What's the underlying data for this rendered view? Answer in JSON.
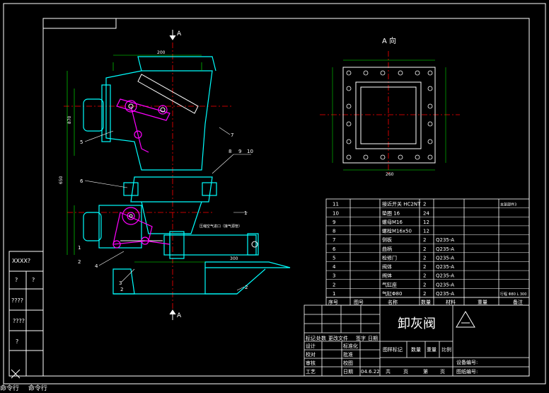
{
  "drawing": {
    "title": "卸灰阀",
    "view_label": "A 向",
    "section_marks": [
      "A",
      "A"
    ],
    "cylinder_note": "压缩空气进口（接气源管）",
    "dim_labels": [
      "200",
      "650",
      "870",
      "300",
      "260"
    ],
    "part_callouts": [
      "5",
      "6",
      "4",
      "3",
      "7",
      "8",
      "9",
      "10",
      "1",
      "2",
      "2",
      "1",
      "2"
    ]
  },
  "bom": {
    "rows": [
      {
        "no": "11",
        "name": "接近开关 HC2NT",
        "qty": "2",
        "material": "",
        "note": "支架部件3"
      },
      {
        "no": "10",
        "name": "垫圈 16",
        "qty": "24",
        "material": "",
        "note": ""
      },
      {
        "no": "9",
        "name": "螺母M16",
        "qty": "12",
        "material": "",
        "note": ""
      },
      {
        "no": "8",
        "name": "螺栓M16x50",
        "qty": "12",
        "material": "",
        "note": ""
      },
      {
        "no": "7",
        "name": "侧板",
        "qty": "2",
        "material": "Q235-A",
        "note": ""
      },
      {
        "no": "6",
        "name": "曲柄",
        "qty": "2",
        "material": "Q235-A",
        "note": ""
      },
      {
        "no": "5",
        "name": "检修门",
        "qty": "2",
        "material": "Q235-A",
        "note": ""
      },
      {
        "no": "4",
        "name": "阀体",
        "qty": "2",
        "material": "Q235-A",
        "note": ""
      },
      {
        "no": "3",
        "name": "阀体",
        "qty": "2",
        "material": "Q235-A",
        "note": ""
      },
      {
        "no": "2",
        "name": "气缸座",
        "qty": "2",
        "material": "Q235-A",
        "note": ""
      },
      {
        "no": "1",
        "name": "气缸Φ80",
        "qty": "2",
        "material": "Q235-A",
        "note": "行程 Φ80 L 300"
      }
    ],
    "header": [
      "序号",
      "图号",
      "名称",
      "数量",
      "材料",
      "重量",
      "备注"
    ]
  },
  "title_block": {
    "left_rows": [
      "标记",
      "处数",
      "更改文件",
      "签字",
      "日期"
    ],
    "roles": [
      "设计",
      "校对",
      "审核",
      "工艺"
    ],
    "role_marks": [
      "标准化",
      "批准",
      "校图",
      "日期"
    ],
    "date": "04.6.22",
    "fields": [
      "图样标记",
      "数量",
      "重量",
      "比例"
    ],
    "sheet": [
      "共",
      "页",
      "第",
      "页"
    ],
    "right_fields": [
      "设备编号:",
      "图纸编号:"
    ]
  },
  "left_strip": [
    "XXXX?",
    "?",
    "?",
    "????",
    "????",
    "?"
  ],
  "status_bar": [
    "命令行",
    "命令行"
  ]
}
